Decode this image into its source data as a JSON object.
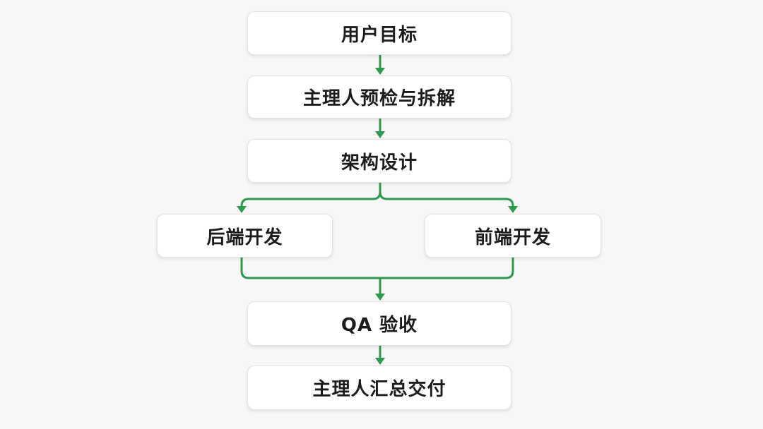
{
  "flow": {
    "user_goal": "用户目标",
    "lead_precheck": "主理人预检与拆解",
    "architecture": "架构设计",
    "backend": "后端开发",
    "frontend": "前端开发",
    "qa": "QA 验收",
    "lead_deliver": "主理人汇总交付"
  },
  "colors": {
    "arrow": "#2e9a4f",
    "node_fill": "#ffffff",
    "text": "#1c1c1c"
  }
}
